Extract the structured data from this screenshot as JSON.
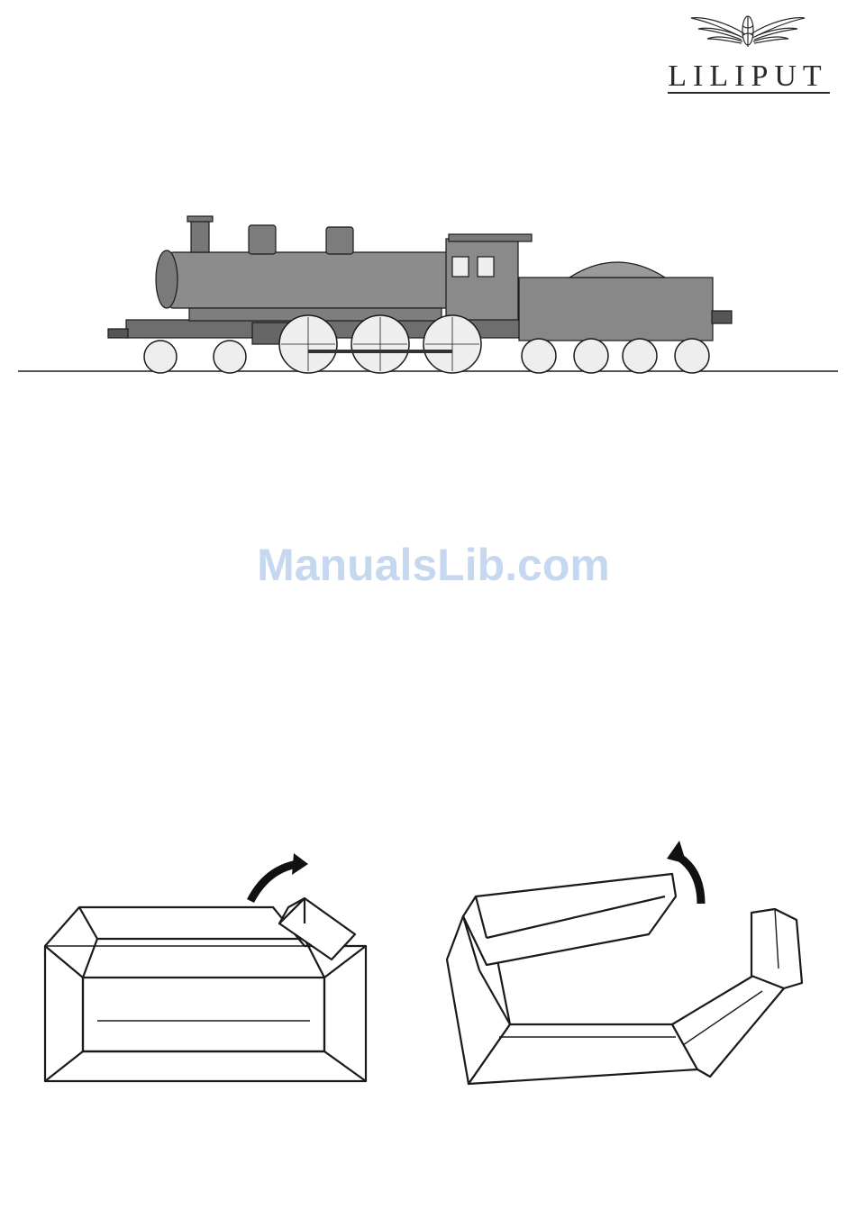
{
  "brand": {
    "name": "LILIPUT"
  },
  "watermark": {
    "text": "ManualsLib.com"
  },
  "figures": {
    "locomotive": {
      "icon": "steam-locomotive-illustration"
    },
    "packaging_closed": {
      "icon": "box-insert-open-flap-icon"
    },
    "packaging_unfolded": {
      "icon": "box-insert-unfolded-icon"
    }
  },
  "colors": {
    "ink": "#1a1a1a",
    "loco_fill": "#8a8a8a",
    "watermark": "#c6d8f0"
  }
}
